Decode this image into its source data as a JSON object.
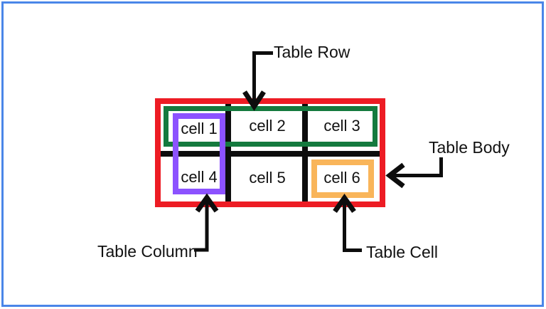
{
  "diagram": {
    "annotations": {
      "table_row": "Table Row",
      "table_body": "Table Body",
      "table_column": "Table Column",
      "table_cell": "Table Cell"
    },
    "cells": [
      "cell 1",
      "cell 2",
      "cell 3",
      "cell 4",
      "cell 5",
      "cell 6"
    ],
    "colors": {
      "frame_blue": "#4a86e8",
      "table_body_red": "#ed1c24",
      "table_row_green": "#147a3e",
      "table_column_purple": "#8c52ff",
      "table_cell_orange": "#f9b55a",
      "line_black": "#0d0d0d"
    }
  }
}
